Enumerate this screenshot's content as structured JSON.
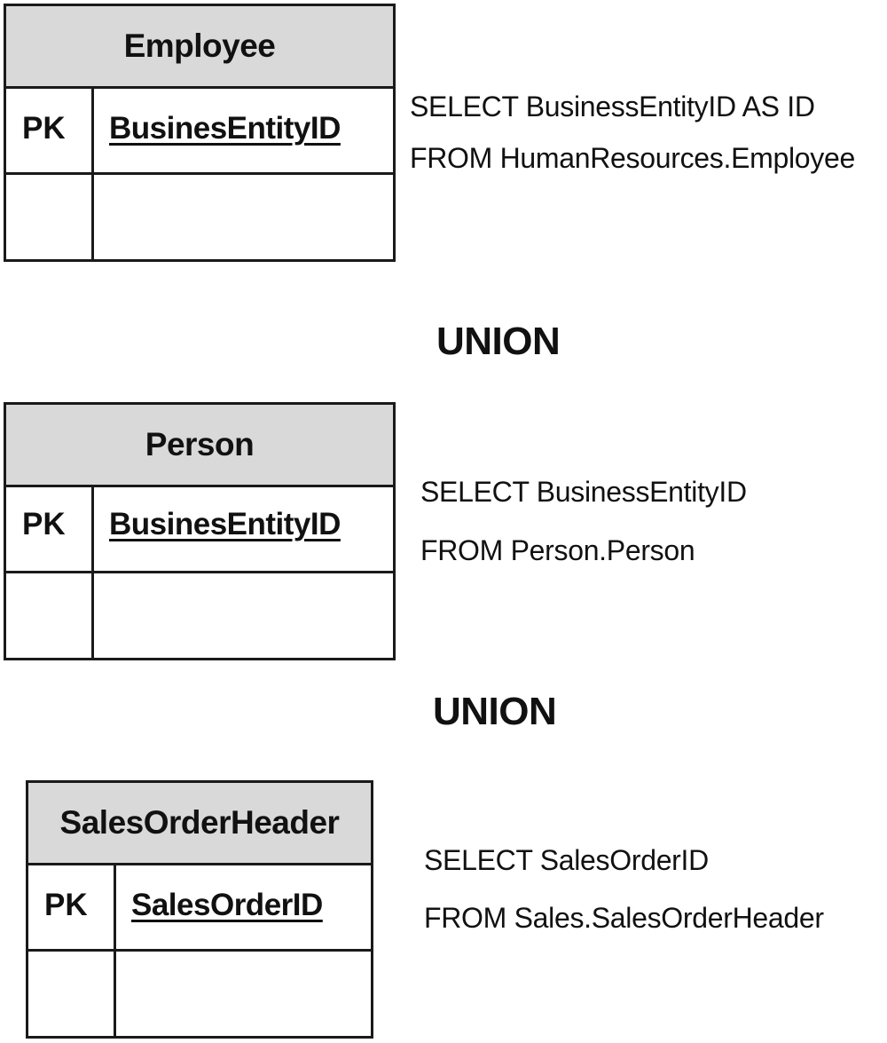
{
  "tables": [
    {
      "name": "Employee",
      "key_label": "PK",
      "key_field": "BusinesEntityID"
    },
    {
      "name": "Person",
      "key_label": "PK",
      "key_field": "BusinesEntityID"
    },
    {
      "name": "SalesOrderHeader",
      "key_label": "PK",
      "key_field": "SalesOrderID"
    }
  ],
  "queries": [
    {
      "line1": "SELECT BusinessEntityID AS ID",
      "line2": "FROM HumanResources.Employee"
    },
    {
      "line1": "SELECT BusinessEntityID",
      "line2": "FROM Person.Person"
    },
    {
      "line1": "SELECT SalesOrderID",
      "line2": "FROM Sales.SalesOrderHeader"
    }
  ],
  "operators": [
    "UNION",
    "UNION"
  ]
}
